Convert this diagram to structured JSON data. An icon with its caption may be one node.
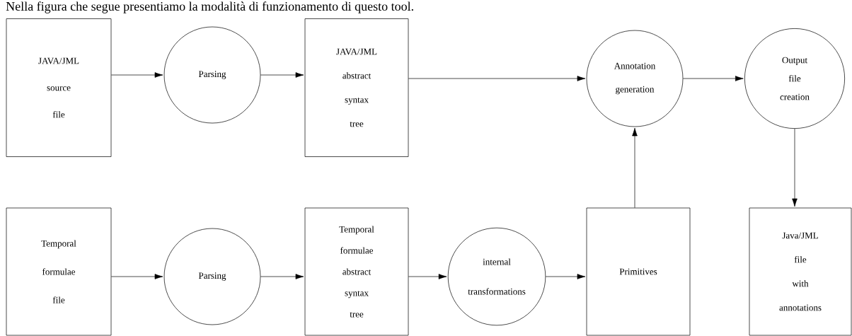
{
  "diagram": {
    "nodes": [
      {
        "text": [
          "JAVA/JML source file"
        ]
      },
      {
        "text": [
          "Parsing"
        ]
      },
      {
        "text": [
          "JAVA/JML abstract syntax tree"
        ]
      },
      {
        "text": [
          "Annotation generation"
        ]
      },
      {
        "text": [
          "Output file creation"
        ]
      },
      {
        "text": [
          "Temporal formulae file"
        ]
      },
      {
        "text": [
          "Parsing"
        ]
      },
      {
        "text": [
          "Temporal formulae abstract syntax tree"
        ]
      },
      {
        "text": [
          "internal transformations"
        ]
      },
      {
        "text": [
          "Primitives"
        ]
      },
      {
        "text": [
          "Java/JML file with annotations"
        ]
      }
    ],
    "edges": [
      {
        "from": 0,
        "to": 1,
        "arrow": "to"
      },
      {
        "from": 1,
        "to": 2,
        "arrow": "to"
      },
      {
        "from": 2,
        "to": 3,
        "arrow": "to"
      },
      {
        "from": 3,
        "to": 4,
        "arrow": "to"
      },
      {
        "from": 4,
        "to": 10,
        "arrow": "to"
      },
      {
        "from": 9,
        "to": 3,
        "arrow": "to"
      },
      {
        "from": 5,
        "to": 6,
        "arrow": "to"
      },
      {
        "from": 6,
        "to": 7,
        "arrow": "to"
      },
      {
        "from": 7,
        "to": 8,
        "arrow": "to"
      },
      {
        "from": 8,
        "to": 9,
        "arrow": "to"
      }
    ],
    "labels": [
      "Nella figura che segue presentiamo la modalità di funzionamento di questo tool."
    ]
  }
}
